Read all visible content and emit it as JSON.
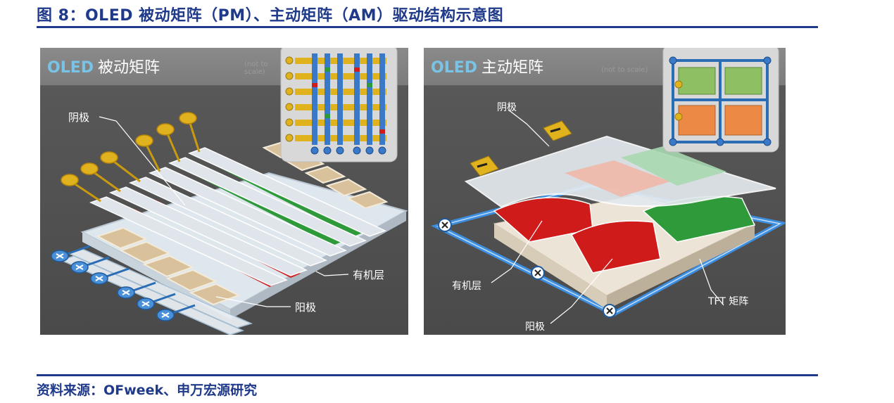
{
  "figure": {
    "title": "图 8：OLED 被动矩阵（PM）、主动矩阵（AM）驱动结构示意图",
    "source": "资料来源：OFweek、申万宏源研究"
  },
  "pm_panel": {
    "oled": "OLED",
    "heading": "被动矩阵",
    "note": "(not to scale)",
    "labels": {
      "cathode": "阴极",
      "organic": "有机层",
      "anode": "阳极"
    }
  },
  "am_panel": {
    "oled": "OLED",
    "heading": "主动矩阵",
    "note": "(not to scale)",
    "labels": {
      "cathode": "阴极",
      "organic": "有机层",
      "anode": "阳极",
      "tft": "TFT 矩阵"
    }
  },
  "colors": {
    "title_blue": "#1f3a8a",
    "accent_blue": "#79c3e6",
    "red": "#d01b1b",
    "green": "#2f9a3a",
    "gold": "#e0b21e",
    "panel_bg": "#6e6e6e"
  },
  "icons": [
    "minus-terminal-icon",
    "x-terminal-icon",
    "plus-terminal-icon"
  ]
}
